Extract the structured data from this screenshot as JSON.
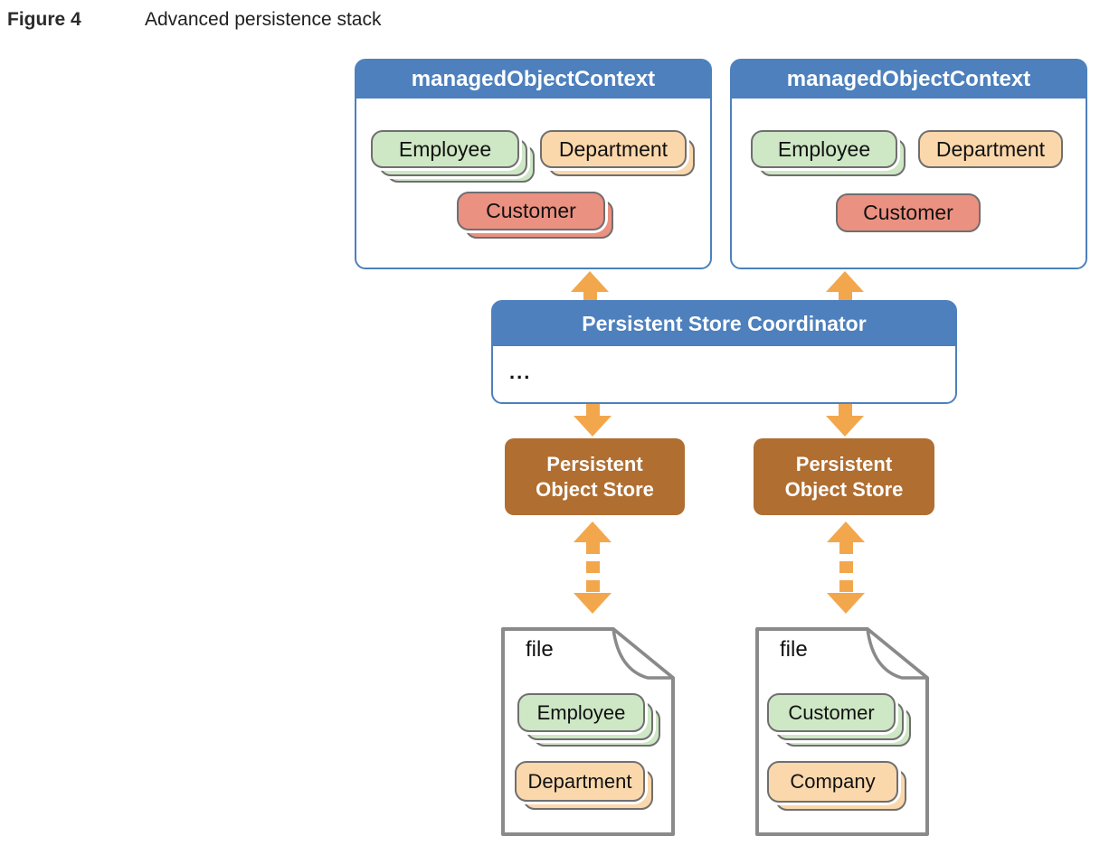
{
  "title": {
    "label": "Figure 4",
    "caption": "Advanced persistence stack"
  },
  "colors": {
    "header_blue": "#4d80bd",
    "arrow_orange": "#f3a74c",
    "pill_green": "#cee7c5",
    "pill_peach": "#fbd8ac",
    "pill_salmon": "#eb9181",
    "store_brown": "#b06e31",
    "pill_border": "#6f6f6f",
    "file_border": "#8a8a8a"
  },
  "contexts": [
    {
      "title": "managedObjectContext",
      "pills": [
        {
          "label": "Employee",
          "color": "green",
          "stack_layers": 3
        },
        {
          "label": "Department",
          "color": "peach",
          "stack_layers": 2
        },
        {
          "label": "Customer",
          "color": "salmon",
          "stack_layers": 2
        }
      ]
    },
    {
      "title": "managedObjectContext",
      "pills": [
        {
          "label": "Employee",
          "color": "green",
          "stack_layers": 2
        },
        {
          "label": "Department",
          "color": "peach",
          "stack_layers": 1
        },
        {
          "label": "Customer",
          "color": "salmon",
          "stack_layers": 1
        }
      ]
    }
  ],
  "coordinator": {
    "title": "Persistent Store Coordinator",
    "body": "..."
  },
  "stores": [
    {
      "label": "Persistent Object Store"
    },
    {
      "label": "Persistent Object Store"
    }
  ],
  "files": [
    {
      "label": "file",
      "pills": [
        {
          "label": "Employee",
          "color": "green",
          "stack_layers": 3
        },
        {
          "label": "Department",
          "color": "peach",
          "stack_layers": 2
        }
      ]
    },
    {
      "label": "file",
      "pills": [
        {
          "label": "Customer",
          "color": "green",
          "stack_layers": 3
        },
        {
          "label": "Company",
          "color": "peach",
          "stack_layers": 2
        }
      ]
    }
  ]
}
